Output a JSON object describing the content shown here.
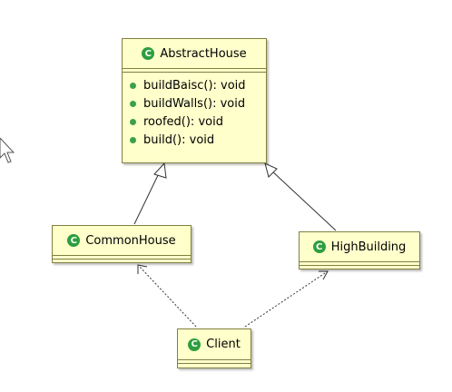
{
  "classes": {
    "abstract_house": {
      "name": "AbstractHouse",
      "icon": "class-icon",
      "methods": [
        "buildBaisc(): void",
        "buildWalls(): void",
        "roofed(): void",
        "build(): void"
      ]
    },
    "common_house": {
      "name": "CommonHouse",
      "icon": "class-icon"
    },
    "high_building": {
      "name": "HighBuilding",
      "icon": "class-icon"
    },
    "client": {
      "name": "Client",
      "icon": "class-icon"
    }
  },
  "class_icon_letter": "C",
  "colors": {
    "class_fill": "#ffffcc",
    "class_border": "#808040",
    "class_icon": "#2e9e3e",
    "method_dot": "#3da04a"
  }
}
